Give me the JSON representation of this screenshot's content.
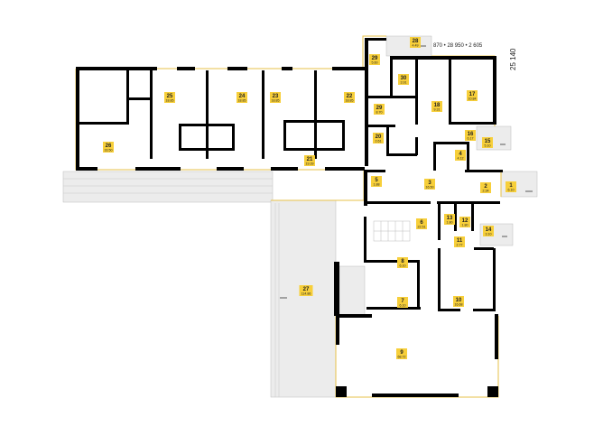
{
  "plan": {
    "dimensions": {
      "width_line": "870 • 28 950 • 2 605",
      "height_line": "25 140"
    },
    "colors": {
      "wall": "#000000",
      "label": "#f7cf3a",
      "outline": "#e7c24a",
      "terrace": "#ececec"
    },
    "rooms": [
      {
        "number": "1",
        "area": "6.10"
      },
      {
        "number": "2",
        "area": "2.34"
      },
      {
        "number": "3",
        "area": "16.50"
      },
      {
        "number": "4",
        "area": "4.12"
      },
      {
        "number": "5",
        "area": "1.88"
      },
      {
        "number": "6",
        "area": "22.51"
      },
      {
        "number": "7",
        "area": "6.10"
      },
      {
        "number": "8",
        "area": "6.10"
      },
      {
        "number": "9",
        "area": "68.72"
      },
      {
        "number": "10",
        "area": "16.68"
      },
      {
        "number": "11",
        "area": "2.77"
      },
      {
        "number": "12",
        "area": "1.80"
      },
      {
        "number": "13",
        "area": "1.80"
      },
      {
        "number": "14",
        "area": "3.10"
      },
      {
        "number": "15",
        "area": "5.10"
      },
      {
        "number": "16",
        "area": "6.17"
      },
      {
        "number": "17",
        "area": "10.84"
      },
      {
        "number": "18",
        "area": "9.31"
      },
      {
        "number": "20",
        "area": "2.61"
      },
      {
        "number": "21",
        "area": "19.39"
      },
      {
        "number": "22",
        "area": "18.85"
      },
      {
        "number": "23",
        "area": "18.85"
      },
      {
        "number": "24",
        "area": "18.85"
      },
      {
        "number": "25",
        "area": "18.85"
      },
      {
        "number": "26",
        "area": "33.50"
      },
      {
        "number": "27",
        "area": "114.86"
      },
      {
        "number": "28",
        "area": "4.49"
      },
      {
        "number": "29",
        "area": "5.60"
      },
      {
        "number": "29",
        "area": "8.70"
      },
      {
        "number": "30",
        "area": "3.91"
      }
    ]
  }
}
